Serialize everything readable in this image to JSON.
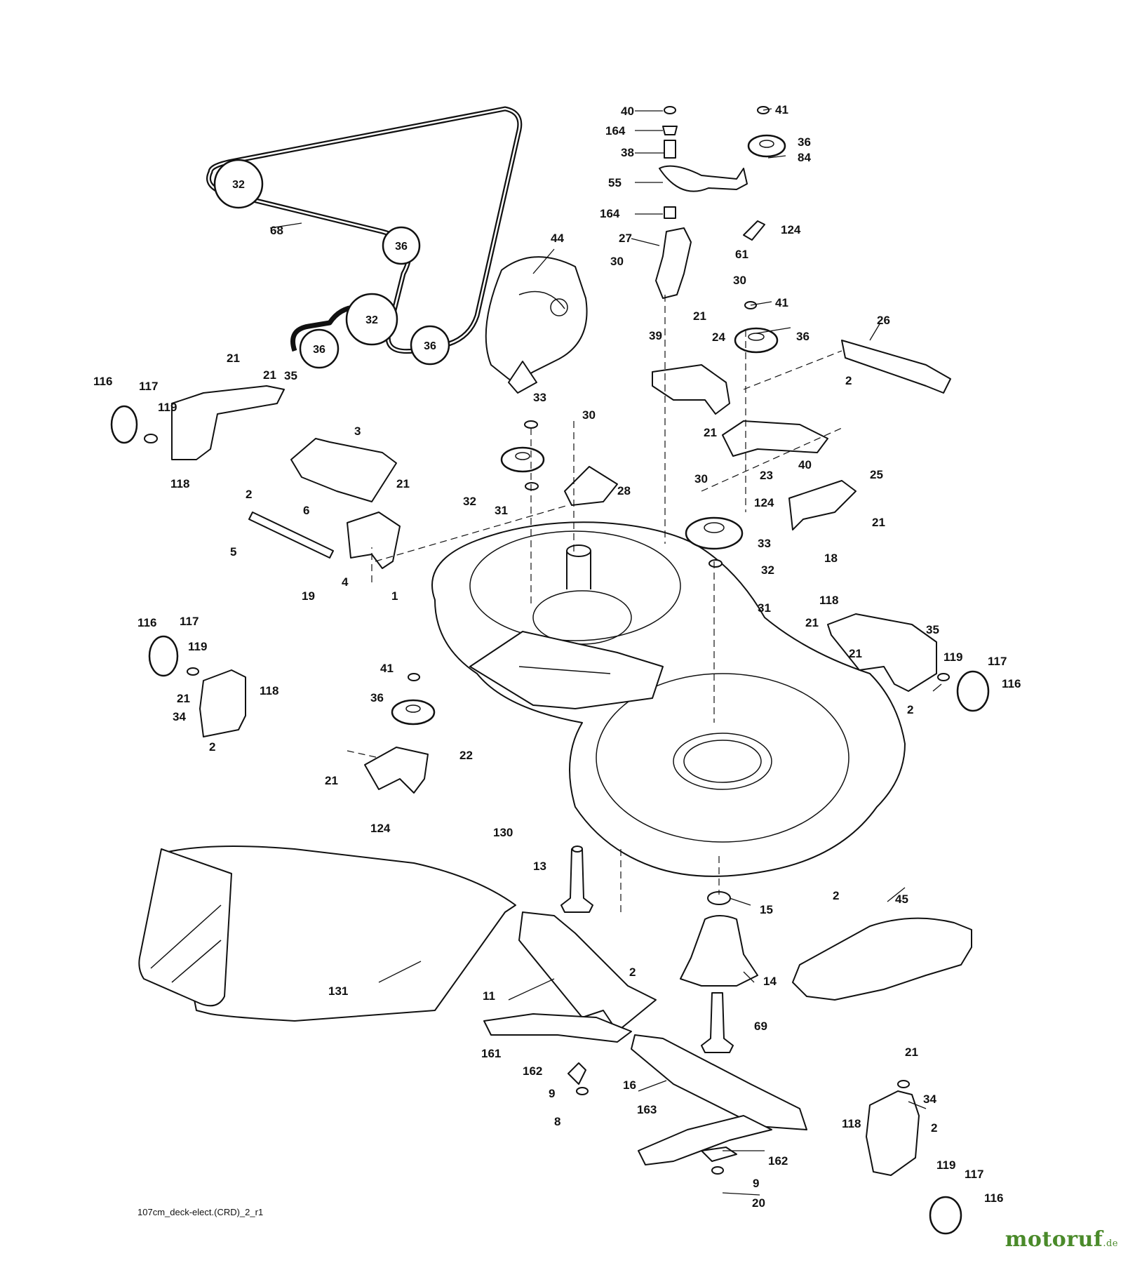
{
  "diagram": {
    "file_label": "107cm_deck-elect.(CRD)_2_r1",
    "brand_name": "motoruf",
    "brand_suffix": ".de",
    "colors": {
      "line": "#111111",
      "brand": "#4a8a2a",
      "background": "#ffffff"
    },
    "callouts": [
      "40",
      "164",
      "38",
      "55",
      "164",
      "27",
      "30",
      "30",
      "61",
      "41",
      "36",
      "84",
      "124",
      "41",
      "36",
      "21",
      "39",
      "24",
      "26",
      "2",
      "33",
      "30",
      "28",
      "32",
      "31",
      "21",
      "23",
      "40",
      "25",
      "30",
      "124",
      "21",
      "33",
      "32",
      "18",
      "31",
      "1",
      "118",
      "21",
      "35",
      "21",
      "119",
      "117",
      "116",
      "41",
      "36",
      "22",
      "21",
      "124",
      "130",
      "44",
      "68",
      "21",
      "21",
      "35",
      "116",
      "117",
      "119",
      "118",
      "2",
      "3",
      "6",
      "5",
      "4",
      "19",
      "2",
      "21",
      "116",
      "117",
      "119",
      "21",
      "34",
      "118",
      "2",
      "13",
      "15",
      "2",
      "2",
      "45",
      "14",
      "11",
      "131",
      "69",
      "161",
      "162",
      "9",
      "8",
      "16",
      "163",
      "162",
      "9",
      "20",
      "21",
      "34",
      "118",
      "2",
      "119",
      "117",
      "116"
    ],
    "belt_pulleys": [
      "32",
      "36",
      "32",
      "36",
      "36"
    ]
  }
}
